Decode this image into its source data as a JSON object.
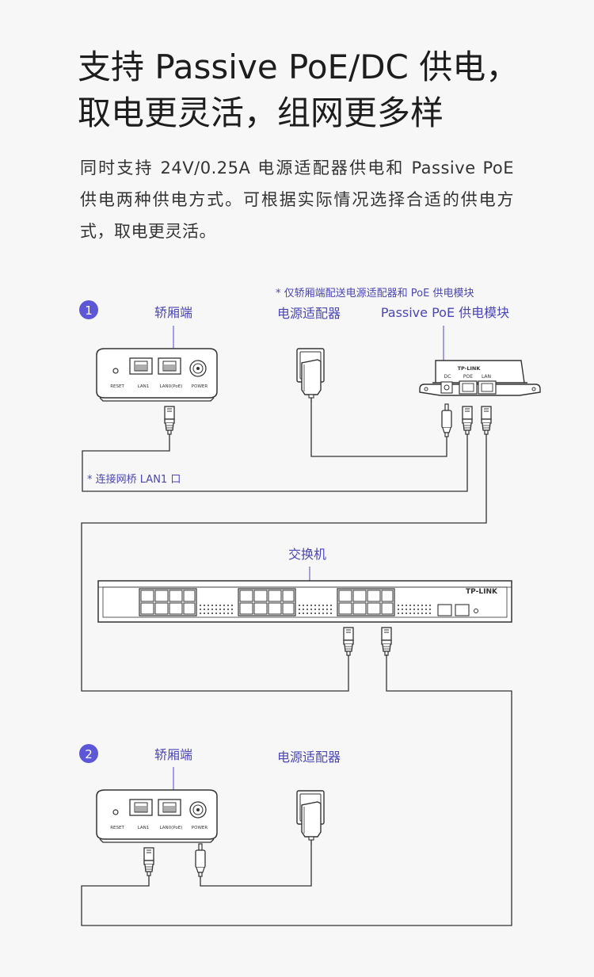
{
  "title": {
    "line1": "支持 Passive PoE/DC 供电，",
    "line2": "取电更灵活，组网更多样"
  },
  "description": "同时支持 24V/0.25A 电源适配器供电和 Passive PoE 供电两种供电方式。可根据实际情况选择合适的供电方式，取电更灵活。",
  "diagram1": {
    "number": "1",
    "bridge_label": "轿厢端",
    "note": "* 仅轿厢端配送电源适配器和 PoE 供电模块",
    "adapter_label": "电源适配器",
    "poe_label": "Passive PoE 供电模块",
    "lan_note": "* 连接网桥 LAN1 口",
    "bridge_ports": [
      "RESET",
      "LAN1",
      "LAN0(PoE)",
      "POWER"
    ],
    "poe_brand": "TP-LINK",
    "poe_ports": [
      "DC",
      "POE",
      "LAN"
    ]
  },
  "switch": {
    "label": "交换机",
    "brand": "TP-LINK"
  },
  "diagram2": {
    "number": "2",
    "bridge_label": "轿厢端",
    "adapter_label": "电源适配器",
    "bridge_ports": [
      "RESET",
      "LAN1",
      "LAN0(PoE)",
      "POWER"
    ]
  },
  "colors": {
    "accent": "#5b57d6",
    "label": "#4a46b8",
    "line": "#333333"
  }
}
